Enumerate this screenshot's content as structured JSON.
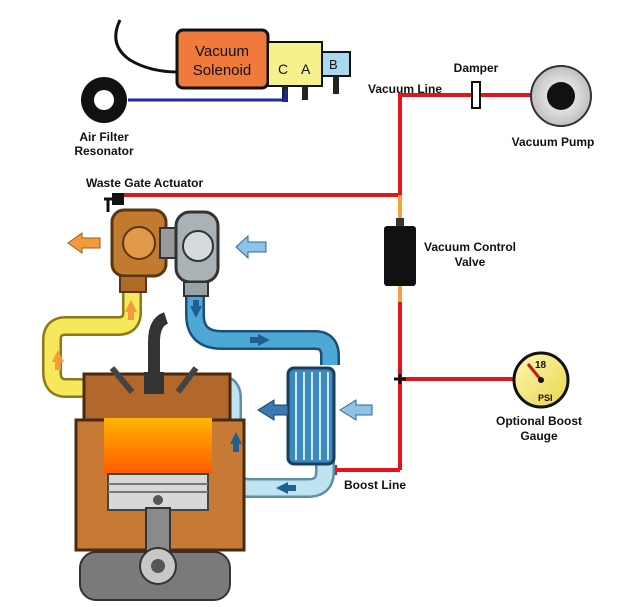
{
  "labels": {
    "vacuum_solenoid_line1": "Vacuum",
    "vacuum_solenoid_line2": "Solenoid",
    "port_c": "C",
    "port_a": "A",
    "port_b": "B",
    "air_filter_line1": "Air Filter",
    "air_filter_line2": "Resonator",
    "vacuum_line": "Vacuum Line",
    "damper": "Damper",
    "vacuum_pump": "Vacuum Pump",
    "waste_gate_actuator": "Waste Gate Actuator",
    "vacuum_control_valve_line1": "Vacuum Control",
    "vacuum_control_valve_line2": "Valve",
    "boost_gauge_line1": "Optional Boost",
    "boost_gauge_line2": "Gauge",
    "gauge_value": "18",
    "gauge_unit": "PSI",
    "boost_line": "Boost Line"
  },
  "colors": {
    "vacuum_line": "#e3141b",
    "control_link": "#f3a23a",
    "solenoid_body": "#f07a3c",
    "solenoid_ports": "#f6f18c",
    "port_b": "#a9d8ef",
    "air_filter_hose": "#1c2aa6",
    "hot_exhaust": "#f7e75a",
    "cool_intake": "#4ea8d6",
    "intake_pale": "#bfe3f1",
    "engine_block": "#b2672b",
    "gauge_face": "#f6ec7a"
  },
  "icons": [
    "air-filter-icon",
    "vacuum-pump-icon",
    "damper-icon",
    "turbocharger-icon",
    "intercooler-icon",
    "engine-icon",
    "boost-gauge-icon",
    "vacuum-control-valve-icon",
    "vacuum-solenoid-icon"
  ]
}
